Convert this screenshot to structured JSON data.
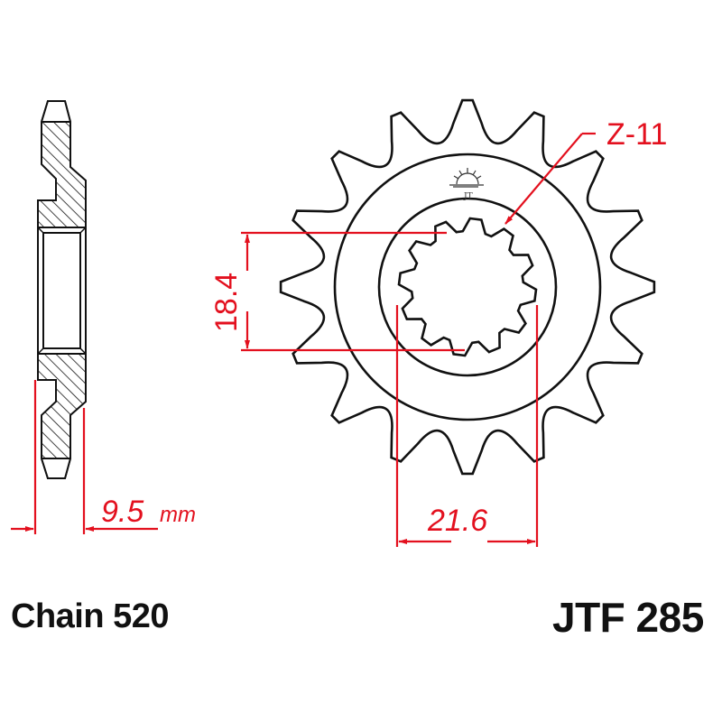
{
  "diagram": {
    "type": "technical-drawing",
    "subject": "front sprocket",
    "part_number": "JTF 285",
    "chain_label": "Chain 520",
    "teeth_count": 16,
    "spline_count": 12,
    "colors": {
      "outline": "#111111",
      "dimension": "#e3101e",
      "background": "#ffffff"
    },
    "dimensions": {
      "thickness": {
        "value": "9.5",
        "unit": "mm"
      },
      "spline_inner_height": {
        "value": "18.4"
      },
      "spline_outer_width": {
        "value": "21.6"
      },
      "spline_callout": {
        "value": "Z-11"
      }
    },
    "views": [
      "side-section-view",
      "front-view"
    ]
  }
}
